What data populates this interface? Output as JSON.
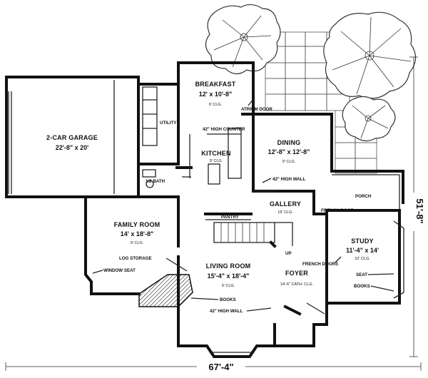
{
  "rooms": {
    "breakfast": {
      "name": "BREAKFAST",
      "dim": "12' x 10'-8\"",
      "clg": "9' CLG."
    },
    "garage": {
      "name": "2-CAR GARAGE",
      "dim": "22'-8\" x 20'"
    },
    "utility": {
      "name": "UTILITY"
    },
    "kitchen": {
      "name": "KITCHEN",
      "clg": "9' CLG."
    },
    "dining": {
      "name": "DINING",
      "dim": "12'-8\" x 12'-8\"",
      "clg": "9' CLG."
    },
    "half_bath": {
      "name": "1/2 BATH"
    },
    "family": {
      "name": "FAMILY ROOM",
      "dim": "14' x 18'-8\"",
      "clg": "9' CLG."
    },
    "pantry": {
      "name": "PANTRY"
    },
    "gallery": {
      "name": "GALLERY",
      "clg": "19' CLG."
    },
    "porch": {
      "name": "PORCH"
    },
    "study": {
      "name": "STUDY",
      "dim": "11'-4\" x 14'",
      "clg": "10' CLG."
    },
    "living": {
      "name": "LIVING ROOM",
      "dim": "15'-4\" x 18'-4\"",
      "clg": "9' CLG."
    },
    "foyer": {
      "name": "FOYER",
      "clg": "14'-6\" CATH. CLG."
    }
  },
  "notes": {
    "atrium_door": "ATRIUM DOOR",
    "high_counter": "42\" HIGH COUNTER",
    "high_wall_dining": "42\" HIGH WALL",
    "french_door": "FRENCH DOOR",
    "french_doors": "FRENCH DOORS",
    "up": "UP",
    "log_storage": "LOG STORAGE",
    "window_seat": "WINDOW SEAT",
    "books_living": "BOOKS",
    "high_wall_living": "42\" HIGH WALL",
    "seat_study": "SEAT",
    "books_study": "BOOKS"
  },
  "overall": {
    "width": "67'-4\"",
    "depth": "51'-8\""
  }
}
